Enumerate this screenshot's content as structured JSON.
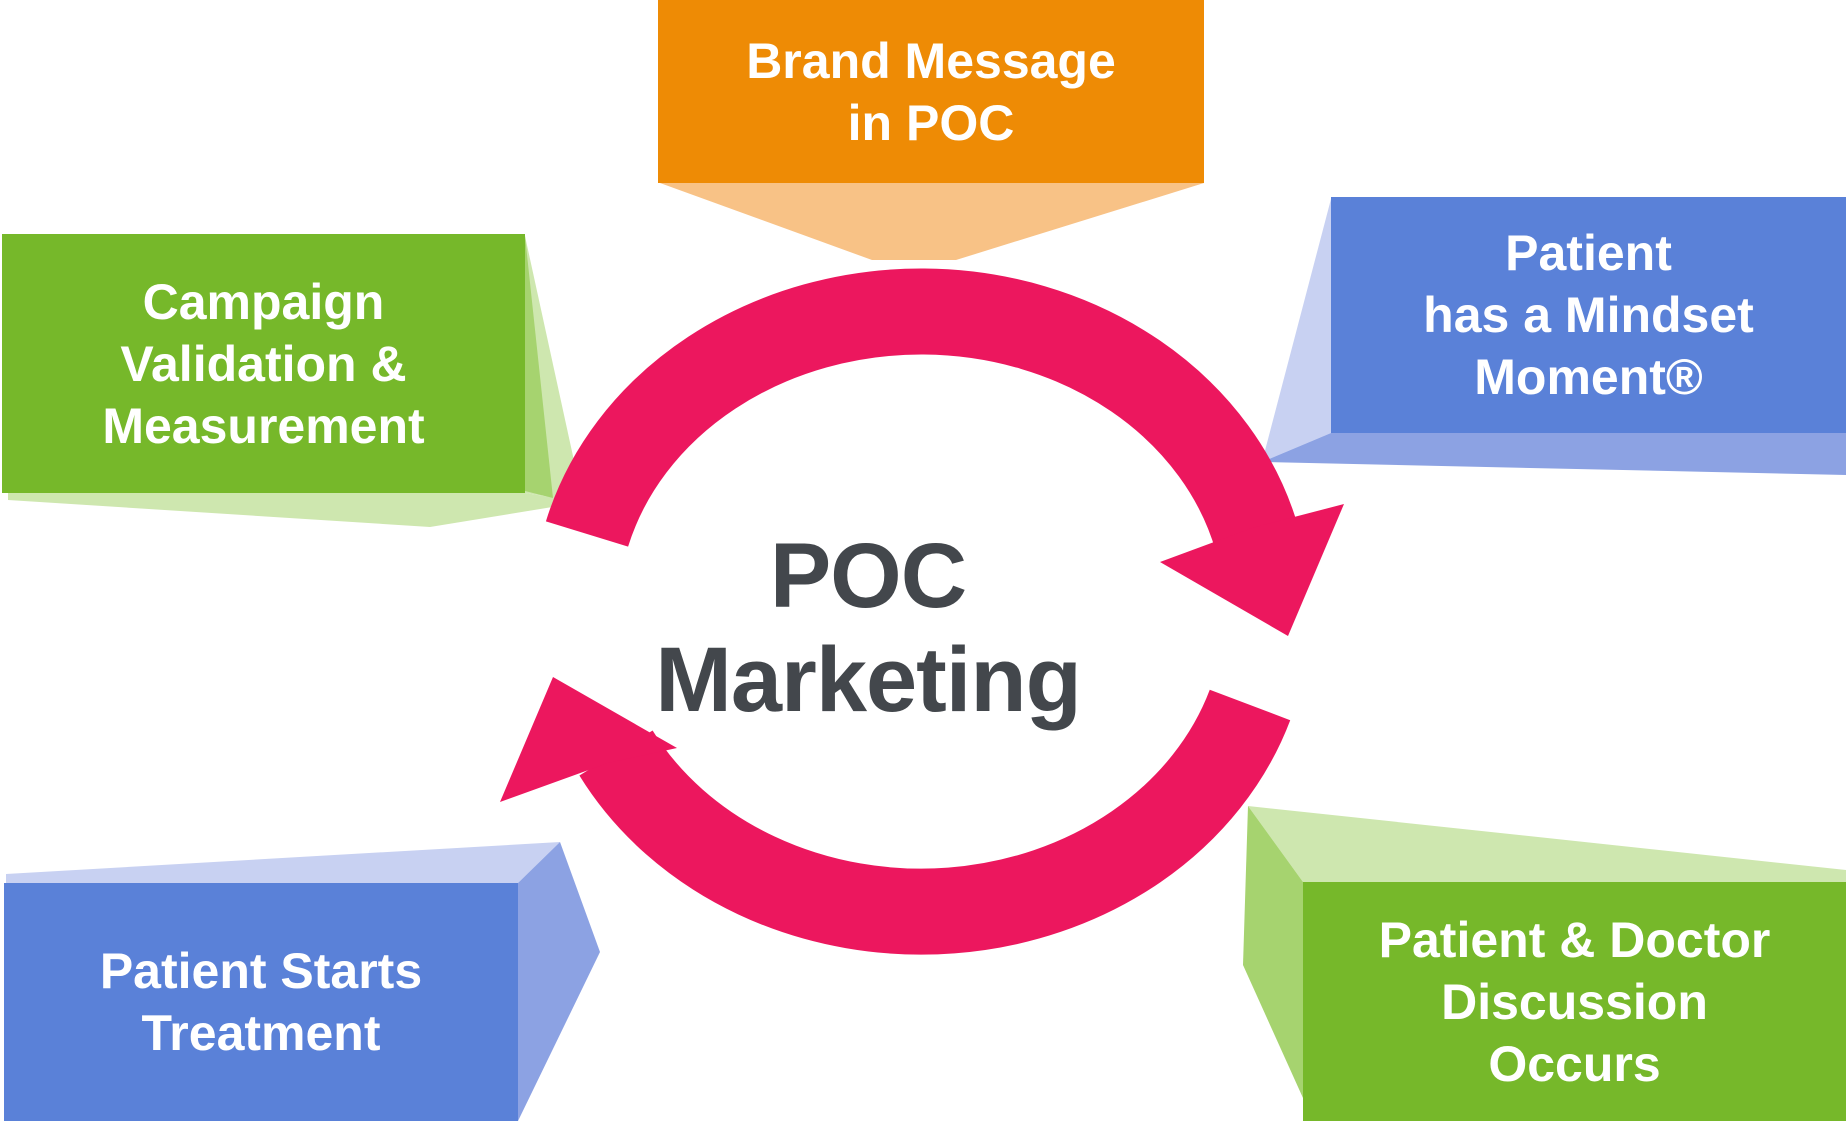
{
  "diagram": {
    "type": "cycle-diagram",
    "center": {
      "line1": "POC",
      "line2": "Marketing"
    },
    "steps": [
      {
        "id": "brand-message-in-poc",
        "position": "top",
        "lines": [
          "Brand Message",
          "in POC",
          ""
        ]
      },
      {
        "id": "patient-has-mindset-moment",
        "position": "top-right",
        "lines": [
          "Patient",
          "has a Mindset",
          "Moment®"
        ]
      },
      {
        "id": "patient-doctor-discussion-occurs",
        "position": "bottom-right",
        "lines": [
          "Patient & Doctor",
          "Discussion",
          "Occurs"
        ]
      },
      {
        "id": "patient-starts-treatment",
        "position": "bottom-left",
        "lines": [
          "Patient Starts",
          "Treatment",
          ""
        ]
      },
      {
        "id": "campaign-validation-measurement",
        "position": "top-left",
        "lines": [
          "Campaign",
          "Validation &",
          "Measurement"
        ]
      }
    ]
  },
  "colors": {
    "background": "#FFFFFF",
    "pink": "#EC175E",
    "dark_text": "#43474C",
    "orange": "#EE8B05",
    "orange_light": "#F8C286",
    "green": "#76B82A",
    "green_light": "#CEE7AF",
    "green_mid": "#A6D36F",
    "blue": "#5A81D8",
    "blue_light": "#C8D1F2",
    "blue_mid": "#8CA2E3"
  }
}
